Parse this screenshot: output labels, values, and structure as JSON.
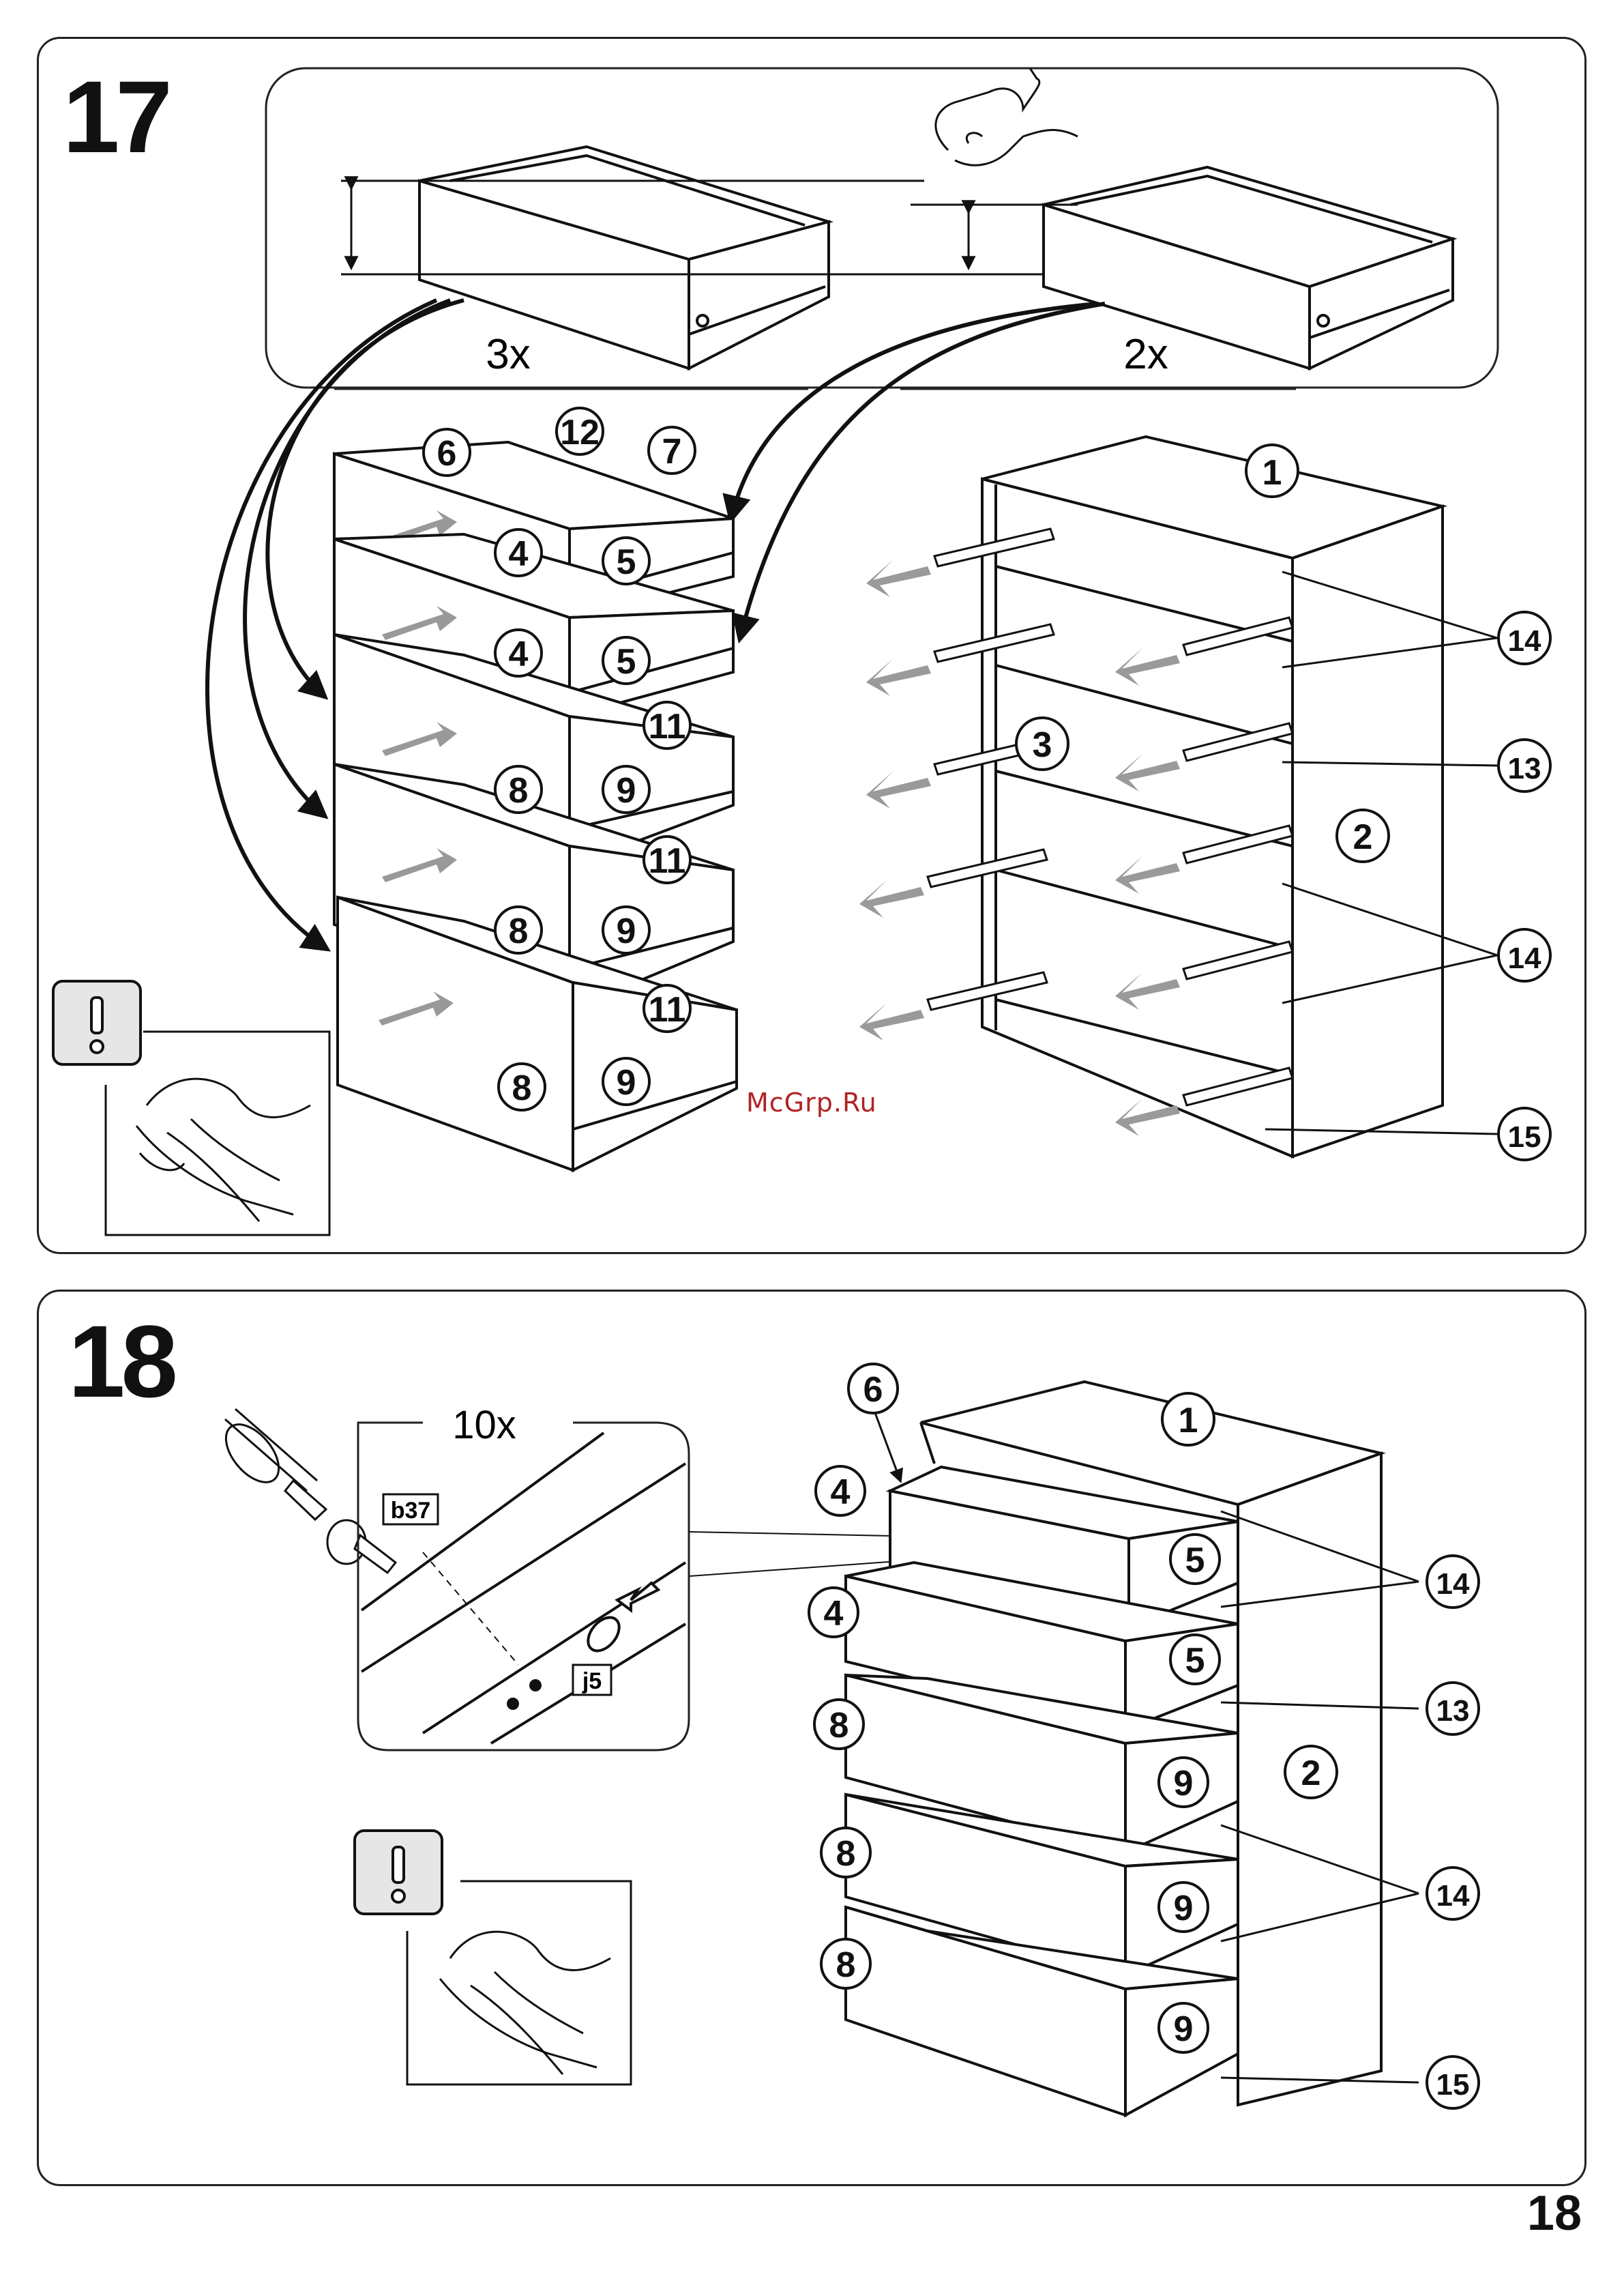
{
  "page_number": "18",
  "watermark": "McGrp.Ru",
  "step17": {
    "number": "17",
    "qty_small": "3x",
    "qty_large": "2x",
    "drawer_labels": [
      "6",
      "12",
      "7",
      "4",
      "5",
      "4",
      "5",
      "11",
      "8",
      "9",
      "11",
      "8",
      "9",
      "11",
      "8",
      "9"
    ],
    "frame_labels": [
      "1",
      "14",
      "13",
      "2",
      "3",
      "14",
      "15"
    ],
    "warning_icon": "exclamation-icon",
    "clean_icon": "wipe-hands-icon"
  },
  "step18": {
    "number": "18",
    "screw_qty": "10x",
    "screw_code": "b37",
    "rail_code": "j5",
    "drawer_labels": [
      "6",
      "4",
      "5",
      "4",
      "5",
      "8",
      "9",
      "8",
      "9",
      "8",
      "9"
    ],
    "frame_labels": [
      "1",
      "14",
      "13",
      "2",
      "14",
      "15"
    ],
    "warning_icon": "exclamation-icon",
    "clean_icon": "wipe-hands-icon"
  }
}
